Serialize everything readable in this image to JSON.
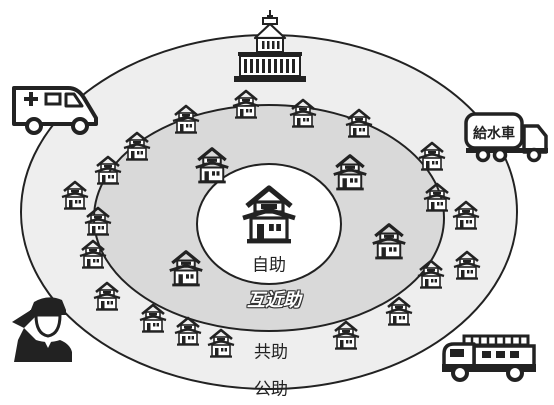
{
  "rings": {
    "self": {
      "label": "自助"
    },
    "mutual": {
      "label": "互近助"
    },
    "common": {
      "label": "共助"
    },
    "public": {
      "label": "公助"
    }
  },
  "icons": {
    "government": "government-building-icon",
    "ambulance": "ambulance-icon",
    "water_truck": "water-truck-icon",
    "police": "police-officer-icon",
    "fire_truck": "fire-truck-icon",
    "house": "house-icon"
  },
  "water_truck_text": "給水車",
  "colors": {
    "outer_ring": "#eeeeee",
    "middle_ring": "#d9d9d9",
    "inner_circle": "#ffffff",
    "stroke": "#222222"
  }
}
